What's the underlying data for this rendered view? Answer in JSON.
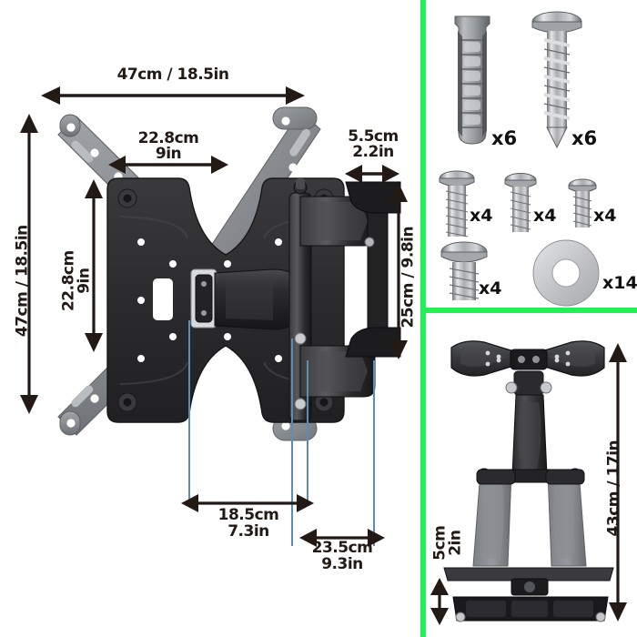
{
  "colors": {
    "divider_green": "#22ee55",
    "arrow_dark": "#231a16",
    "leader_blue": "#5b8db8",
    "bracket_gray": "#8d9095",
    "bracket_dark": "#2b2b2d"
  },
  "main_panel": {
    "name": "tv-wall-mount-dimension-diagram",
    "dimensions": {
      "width_overall": {
        "line1": "47cm / 18.5in",
        "orientation": "horizontal",
        "position": "top"
      },
      "vesa_width": {
        "line1": "22.8cm",
        "line2": "9in",
        "orientation": "horizontal",
        "position": "top-center"
      },
      "wall_plate_depth": {
        "line1": "5.5cm",
        "line2": "2.2in",
        "orientation": "horizontal",
        "position": "top-right"
      },
      "height_overall": {
        "line1": "47cm / 18.5in",
        "orientation": "vertical",
        "position": "left-outer"
      },
      "vesa_height": {
        "line1": "22.8cm",
        "line2": "9in",
        "orientation": "vertical",
        "position": "left-inner"
      },
      "wall_plate_height": {
        "line1": "25cm / 9.8in",
        "orientation": "vertical",
        "position": "right"
      },
      "extension_min": {
        "line1": "18.5cm",
        "line2": "7.3in",
        "orientation": "horizontal",
        "position": "bottom-left"
      },
      "extension_max": {
        "line1": "23.5cm",
        "line2": "9.3in",
        "orientation": "horizontal",
        "position": "bottom-right"
      }
    }
  },
  "hardware_panel": {
    "name": "included-hardware",
    "items": [
      {
        "id": "wall-anchor",
        "icon": "wall-anchor-icon",
        "count": "x6"
      },
      {
        "id": "lag-screw",
        "icon": "lag-screw-icon",
        "count": "x6"
      },
      {
        "id": "machine-screw-long",
        "icon": "screw-icon",
        "count": "x4"
      },
      {
        "id": "machine-screw-med",
        "icon": "screw-icon",
        "count": "x4"
      },
      {
        "id": "machine-screw-short",
        "icon": "screw-icon",
        "count": "x4"
      },
      {
        "id": "machine-screw-stub",
        "icon": "screw-icon",
        "count": "x4"
      },
      {
        "id": "washer",
        "icon": "washer-icon",
        "count": "x14"
      }
    ]
  },
  "sideview_panel": {
    "name": "mount-side-view",
    "dimensions": {
      "arm_height": {
        "line1": "43cm / 17in",
        "orientation": "vertical",
        "position": "right"
      },
      "wall_gap": {
        "line1": "5cm",
        "line2": "2in",
        "orientation": "vertical",
        "position": "left"
      }
    }
  }
}
